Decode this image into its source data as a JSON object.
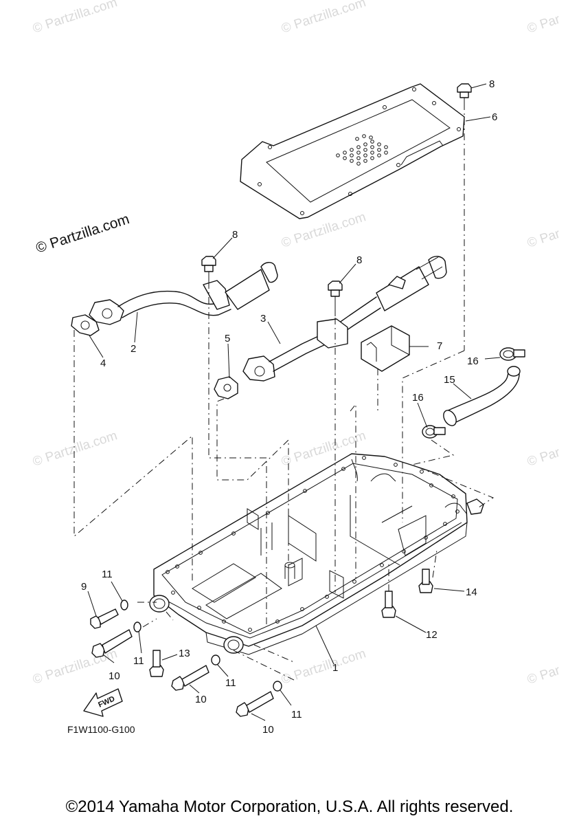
{
  "diagram": {
    "callouts": [
      {
        "id": "c8a",
        "text": "8"
      },
      {
        "id": "c6",
        "text": "6"
      },
      {
        "id": "c8b",
        "text": "8"
      },
      {
        "id": "c8c",
        "text": "8"
      },
      {
        "id": "c3",
        "text": "3"
      },
      {
        "id": "c2",
        "text": "2"
      },
      {
        "id": "c4",
        "text": "4"
      },
      {
        "id": "c5",
        "text": "5"
      },
      {
        "id": "c7",
        "text": "7"
      },
      {
        "id": "c16a",
        "text": "16"
      },
      {
        "id": "c15",
        "text": "15"
      },
      {
        "id": "c16b",
        "text": "16"
      },
      {
        "id": "c1",
        "text": "1"
      },
      {
        "id": "c9",
        "text": "9"
      },
      {
        "id": "c11a",
        "text": "11"
      },
      {
        "id": "c10a",
        "text": "10"
      },
      {
        "id": "c11b",
        "text": "11"
      },
      {
        "id": "c13",
        "text": "13"
      },
      {
        "id": "c11c",
        "text": "11"
      },
      {
        "id": "c10b",
        "text": "10"
      },
      {
        "id": "c11d",
        "text": "11"
      },
      {
        "id": "c10c",
        "text": "10"
      },
      {
        "id": "c12",
        "text": "12"
      },
      {
        "id": "c14",
        "text": "14"
      }
    ],
    "fwd_label": "FWD",
    "drawing_code": "F1W1100-G100",
    "watermark_main": "© Partzilla.com",
    "watermark_faint": "© Partzilla.com",
    "watermark_edge": "© Par"
  },
  "footer": {
    "copyright": "©2014 Yamaha Motor Corporation, U.S.A. All rights reserved."
  }
}
